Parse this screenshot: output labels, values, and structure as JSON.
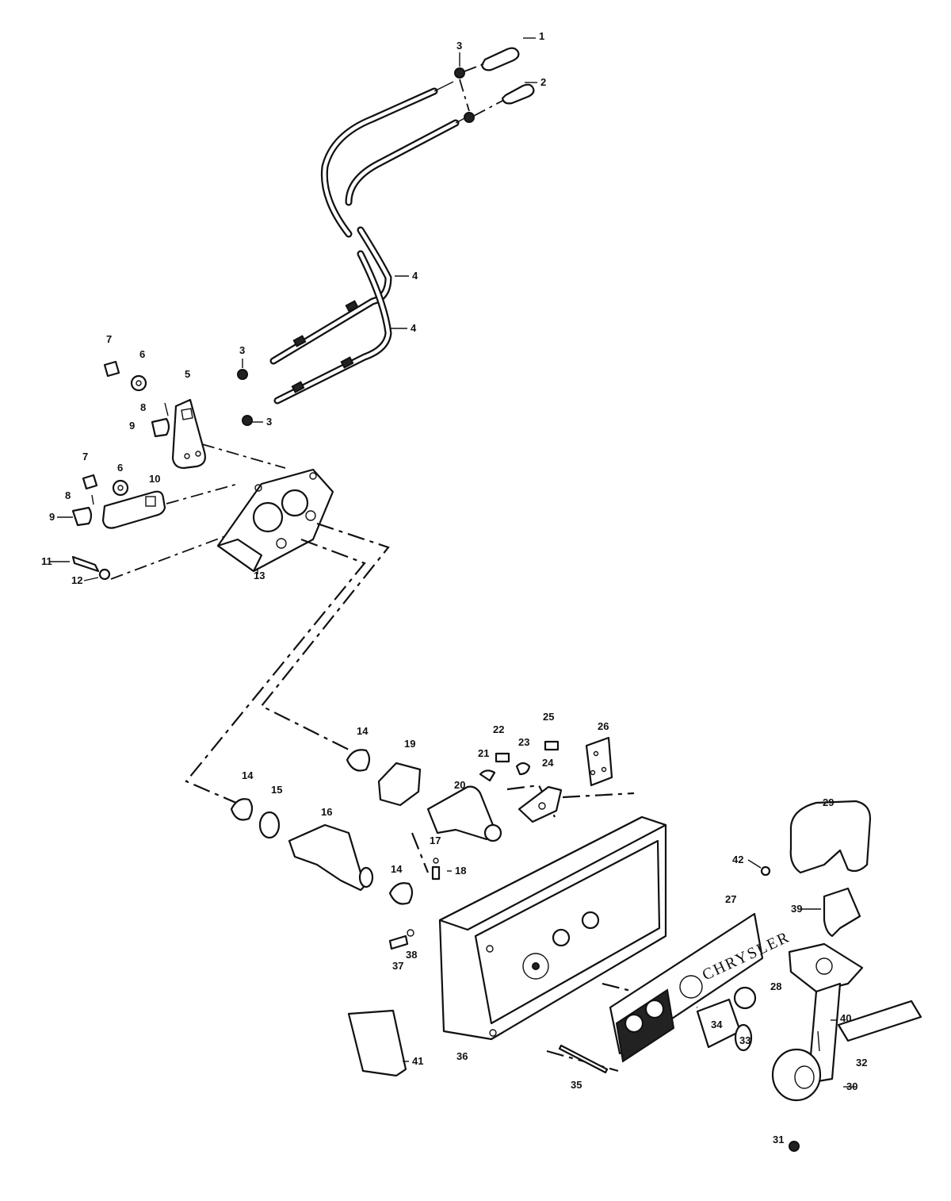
{
  "brand_plate_text": "CHRYSLER",
  "callouts": [
    "1",
    "2",
    "3",
    "4",
    "5",
    "6",
    "7",
    "8",
    "9",
    "10",
    "11",
    "12",
    "13",
    "14",
    "15",
    "16",
    "17",
    "18",
    "19",
    "20",
    "21",
    "22",
    "23",
    "24",
    "25",
    "26",
    "27",
    "28",
    "29",
    "30",
    "31",
    "32",
    "33",
    "34",
    "35",
    "36",
    "37",
    "38",
    "39",
    "40",
    "41",
    "42"
  ],
  "colors": {
    "ink": "#111111",
    "paper": "#ffffff"
  }
}
